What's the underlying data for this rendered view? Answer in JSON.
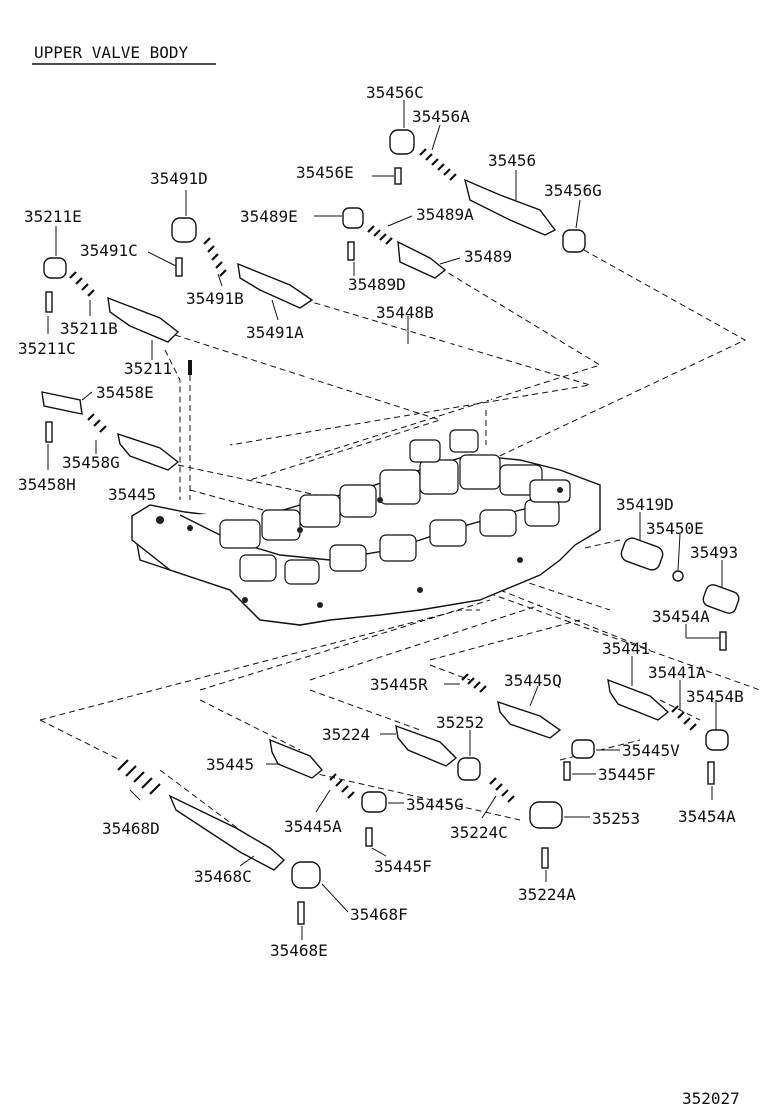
{
  "title": "UPPER VALVE BODY",
  "figure_number": "352027",
  "labels": [
    {
      "id": "35456C",
      "text": "35456C"
    },
    {
      "id": "35456A",
      "text": "35456A"
    },
    {
      "id": "35456",
      "text": "35456"
    },
    {
      "id": "35456E",
      "text": "35456E"
    },
    {
      "id": "35456G",
      "text": "35456G"
    },
    {
      "id": "35491D",
      "text": "35491D"
    },
    {
      "id": "35489E",
      "text": "35489E"
    },
    {
      "id": "35489A",
      "text": "35489A"
    },
    {
      "id": "35211E",
      "text": "35211E"
    },
    {
      "id": "35491C",
      "text": "35491C"
    },
    {
      "id": "35489",
      "text": "35489"
    },
    {
      "id": "35489D",
      "text": "35489D"
    },
    {
      "id": "35491B",
      "text": "35491B"
    },
    {
      "id": "35211B",
      "text": "35211B"
    },
    {
      "id": "35448B",
      "text": "35448B"
    },
    {
      "id": "35491A",
      "text": "35491A"
    },
    {
      "id": "35211C",
      "text": "35211C"
    },
    {
      "id": "35211",
      "text": "35211"
    },
    {
      "id": "35458E",
      "text": "35458E"
    },
    {
      "id": "35458G",
      "text": "35458G"
    },
    {
      "id": "35458H",
      "text": "35458H"
    },
    {
      "id": "35445_top",
      "text": "35445"
    },
    {
      "id": "35419D",
      "text": "35419D"
    },
    {
      "id": "35450E",
      "text": "35450E"
    },
    {
      "id": "35493",
      "text": "35493"
    },
    {
      "id": "35454A_top",
      "text": "35454A"
    },
    {
      "id": "35441",
      "text": "35441"
    },
    {
      "id": "35441A",
      "text": "35441A"
    },
    {
      "id": "35445R",
      "text": "35445R"
    },
    {
      "id": "35445Q",
      "text": "35445Q"
    },
    {
      "id": "35454B",
      "text": "35454B"
    },
    {
      "id": "35252",
      "text": "35252"
    },
    {
      "id": "35224",
      "text": "35224"
    },
    {
      "id": "35445V",
      "text": "35445V"
    },
    {
      "id": "35445_mid",
      "text": "35445"
    },
    {
      "id": "35445F_right",
      "text": "35445F"
    },
    {
      "id": "35445G",
      "text": "35445G"
    },
    {
      "id": "35253",
      "text": "35253"
    },
    {
      "id": "35454A_bot",
      "text": "35454A"
    },
    {
      "id": "35468D",
      "text": "35468D"
    },
    {
      "id": "35445A",
      "text": "35445A"
    },
    {
      "id": "35224C",
      "text": "35224C"
    },
    {
      "id": "35468C",
      "text": "35468C"
    },
    {
      "id": "35445F_mid",
      "text": "35445F"
    },
    {
      "id": "35224A",
      "text": "35224A"
    },
    {
      "id": "35468F",
      "text": "35468F"
    },
    {
      "id": "35468E",
      "text": "35468E"
    }
  ]
}
